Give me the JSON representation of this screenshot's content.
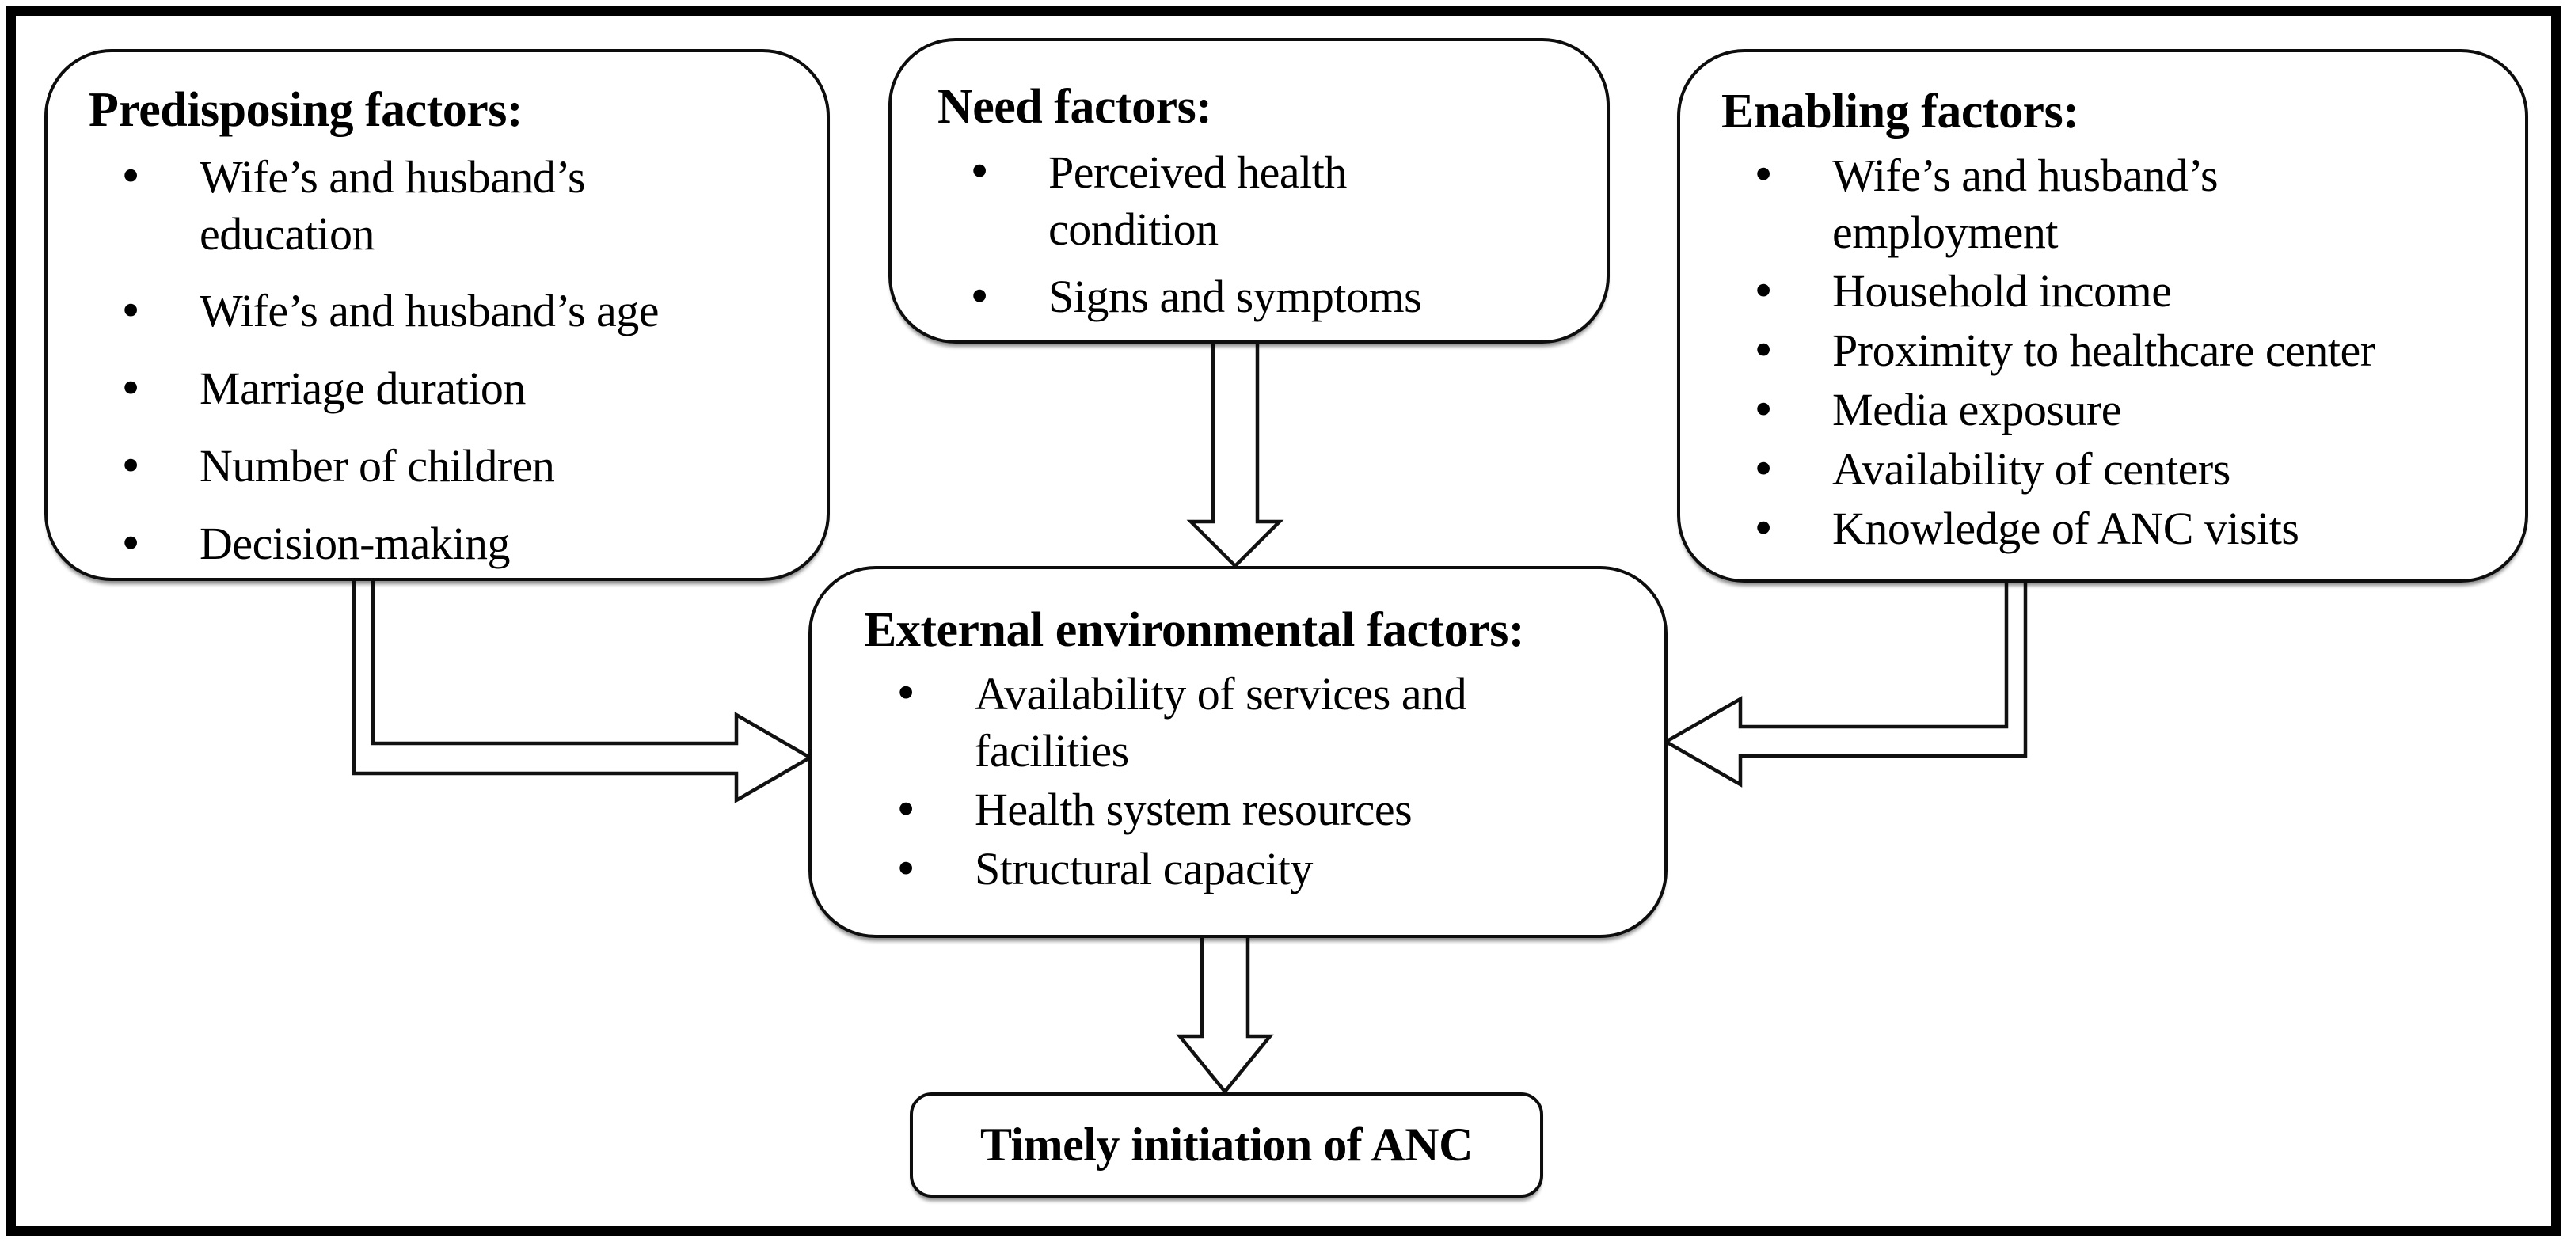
{
  "diagram": {
    "boxes": {
      "predisposing": {
        "title": "Predisposing factors:",
        "items": [
          "Wife’s and husband’s\neducation",
          "Wife’s and husband’s age",
          "Marriage duration",
          "Number of children",
          "Decision-making"
        ]
      },
      "need": {
        "title": "Need factors:",
        "items": [
          "Perceived health\ncondition",
          "Signs and symptoms"
        ]
      },
      "enabling": {
        "title": "Enabling factors:",
        "items": [
          "Wife’s and husband’s\nemployment",
          "Household income",
          "Proximity to healthcare center",
          "Media exposure",
          "Availability of centers",
          "Knowledge of ANC visits"
        ]
      },
      "external": {
        "title": "External environmental factors:",
        "items": [
          "Availability of services and\nfacilities",
          "Health system resources",
          "Structural capacity"
        ]
      },
      "outcome": {
        "label": "Timely initiation of ANC"
      }
    },
    "arrows": [
      {
        "from": "predisposing",
        "to": "external",
        "style": "hollow-elbow-right"
      },
      {
        "from": "need",
        "to": "external",
        "style": "hollow-straight-down"
      },
      {
        "from": "enabling",
        "to": "external",
        "style": "hollow-elbow-left"
      },
      {
        "from": "external",
        "to": "outcome",
        "style": "hollow-straight-down"
      }
    ],
    "colors": {
      "background": "#ffffff",
      "border": "#000000",
      "text": "#000000",
      "arrow_fill": "#ffffff"
    }
  }
}
